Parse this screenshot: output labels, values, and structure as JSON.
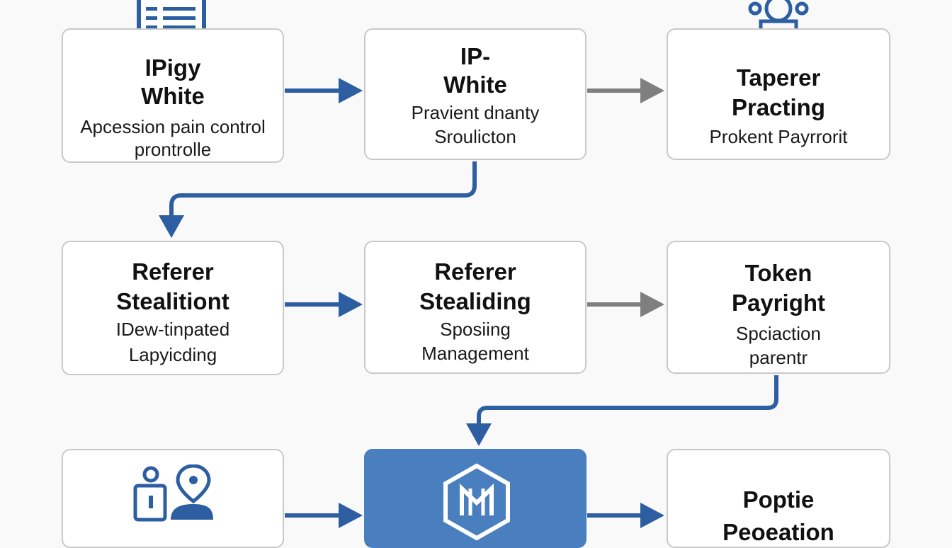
{
  "colors": {
    "background": "#f9f9f9",
    "accent_blue": "#2c5ea1",
    "arrow_gray": "#7f7f7f",
    "box_border": "#c9c9c9",
    "primary_box_fill": "#4a7fbf"
  },
  "nodes": {
    "ipigy": {
      "title": [
        "IPigy",
        "White"
      ],
      "desc": [
        "Apcession pain control",
        "prontrolle"
      ],
      "icon": "document-list-icon"
    },
    "ip_white": {
      "title": [
        "IP-",
        "White"
      ],
      "desc": [
        "Pravient dnanty",
        "Sroulicton"
      ]
    },
    "taperer": {
      "title": [
        "Taperer",
        "Practing"
      ],
      "desc": [
        "Prokent Payrrorit"
      ],
      "icon": "robot-icon"
    },
    "referer_stealitiont": {
      "title": [
        "Referer",
        "Stealitiont"
      ],
      "desc": [
        "IDew-tinpated",
        "Lapyicding"
      ]
    },
    "referer_stealiding": {
      "title": [
        "Referer",
        "Stealiding"
      ],
      "desc": [
        "Sposiing",
        "Management"
      ]
    },
    "token_payright": {
      "title": [
        "Token",
        "Payright"
      ],
      "desc": [
        "Spciaction",
        "parentr"
      ]
    },
    "user_access": {
      "icon": "user-location-icon"
    },
    "hub": {
      "icon": "hexagon-logo-icon"
    },
    "poptie": {
      "title": [
        "Poptie",
        "Peoeation"
      ]
    }
  }
}
